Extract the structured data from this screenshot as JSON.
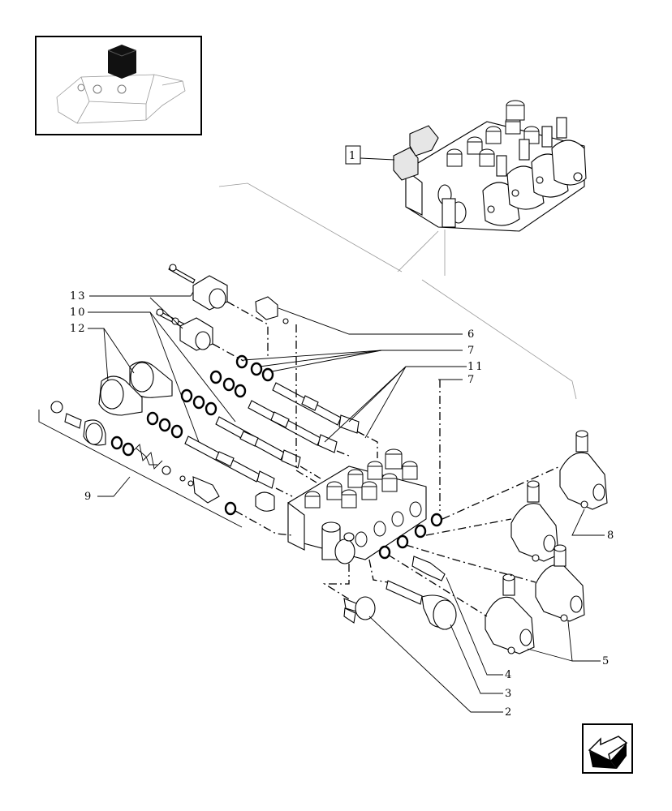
{
  "callouts": {
    "c1": "1",
    "c13": "13",
    "c10": "10",
    "c12": "12",
    "c9": "9",
    "c6": "6",
    "c7a": "7",
    "c11": "11",
    "c7b": "7",
    "c8": "8",
    "c5": "5",
    "c4": "4",
    "c3": "3",
    "c2": "2"
  },
  "icons": {
    "thumbnail": "tractor-lift-cover-thumbnail-icon",
    "navigation": "next-page-arrow-icon"
  },
  "colors": {
    "line": "#000000",
    "leader_grey": "#999999",
    "thumbnail_marker": "#111111"
  }
}
